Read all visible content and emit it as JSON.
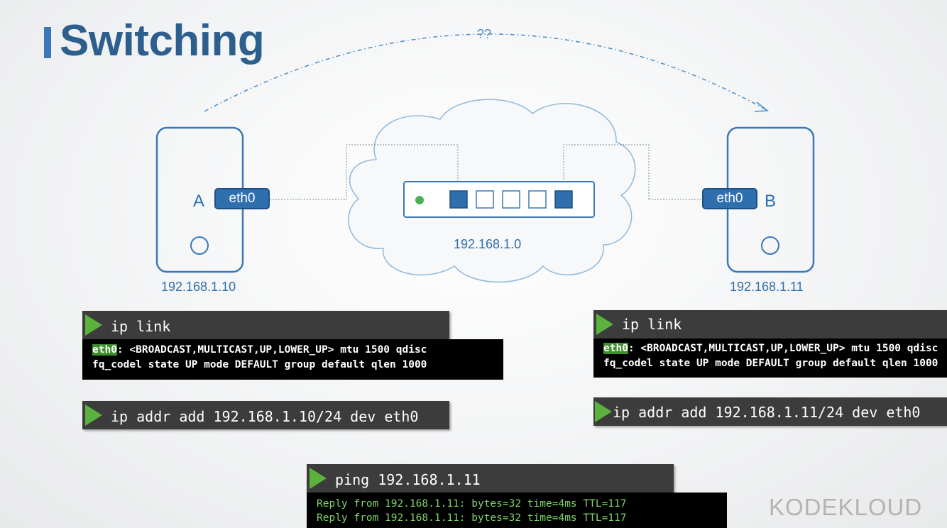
{
  "title": "Switching",
  "unknown_label": "??",
  "host_a": {
    "letter": "A",
    "iface": "eth0",
    "ip": "192.168.1.10"
  },
  "host_b": {
    "letter": "B",
    "iface": "eth0",
    "ip": "192.168.1.11"
  },
  "network": {
    "label": "192.168.1.0"
  },
  "commands_a": {
    "link_cmd": "ip link",
    "link_out_iface": "eth0",
    "link_out_line1_rest": ": <BROADCAST,MULTICAST,UP,LOWER_UP> mtu 1500 qdisc",
    "link_out_line2": "fq_codel state UP mode DEFAULT group default qlen 1000",
    "addr_cmd": "ip addr add 192.168.1.10/24 dev eth0"
  },
  "commands_b": {
    "link_cmd": "ip link",
    "link_out_iface": "eth0",
    "link_out_line1_rest": ": <BROADCAST,MULTICAST,UP,LOWER_UP> mtu 1500 qdisc",
    "link_out_line2": "fq_codel state UP mode DEFAULT group default qlen 1000",
    "addr_cmd": "ip addr add 192.168.1.11/24 dev eth0"
  },
  "ping": {
    "cmd": "ping 192.168.1.11",
    "reply_1": "Reply from 192.168.1.11: bytes=32 time=4ms TTL=117",
    "reply_2": "Reply from 192.168.1.11: bytes=32 time=4ms TTL=117"
  },
  "logo": "KODEKLOUD",
  "colors": {
    "accent": "#2f6fae",
    "title": "#2d5f8e",
    "terminal_bg": "#3c3c3c",
    "prompt_green": "#5bb33d"
  }
}
